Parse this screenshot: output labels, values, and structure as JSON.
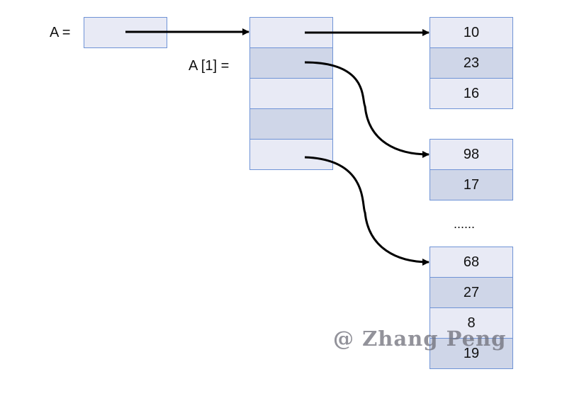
{
  "labels": {
    "a_var": "A =",
    "a_index": "A [1] =",
    "ellipsis": "......"
  },
  "pointer_array": {
    "length": 5
  },
  "row_arrays": [
    {
      "values": [
        "10",
        "23",
        "16"
      ]
    },
    {
      "values": [
        "98",
        "17"
      ]
    },
    {
      "values": [
        "68",
        "27",
        "8",
        "19"
      ]
    }
  ],
  "watermark": "@ Zhang Peng",
  "colors": {
    "cell_light": "#e8eaf5",
    "cell_dark": "#cfd6e8",
    "cell_border": "#6f93d6",
    "arrow": "#000000"
  }
}
